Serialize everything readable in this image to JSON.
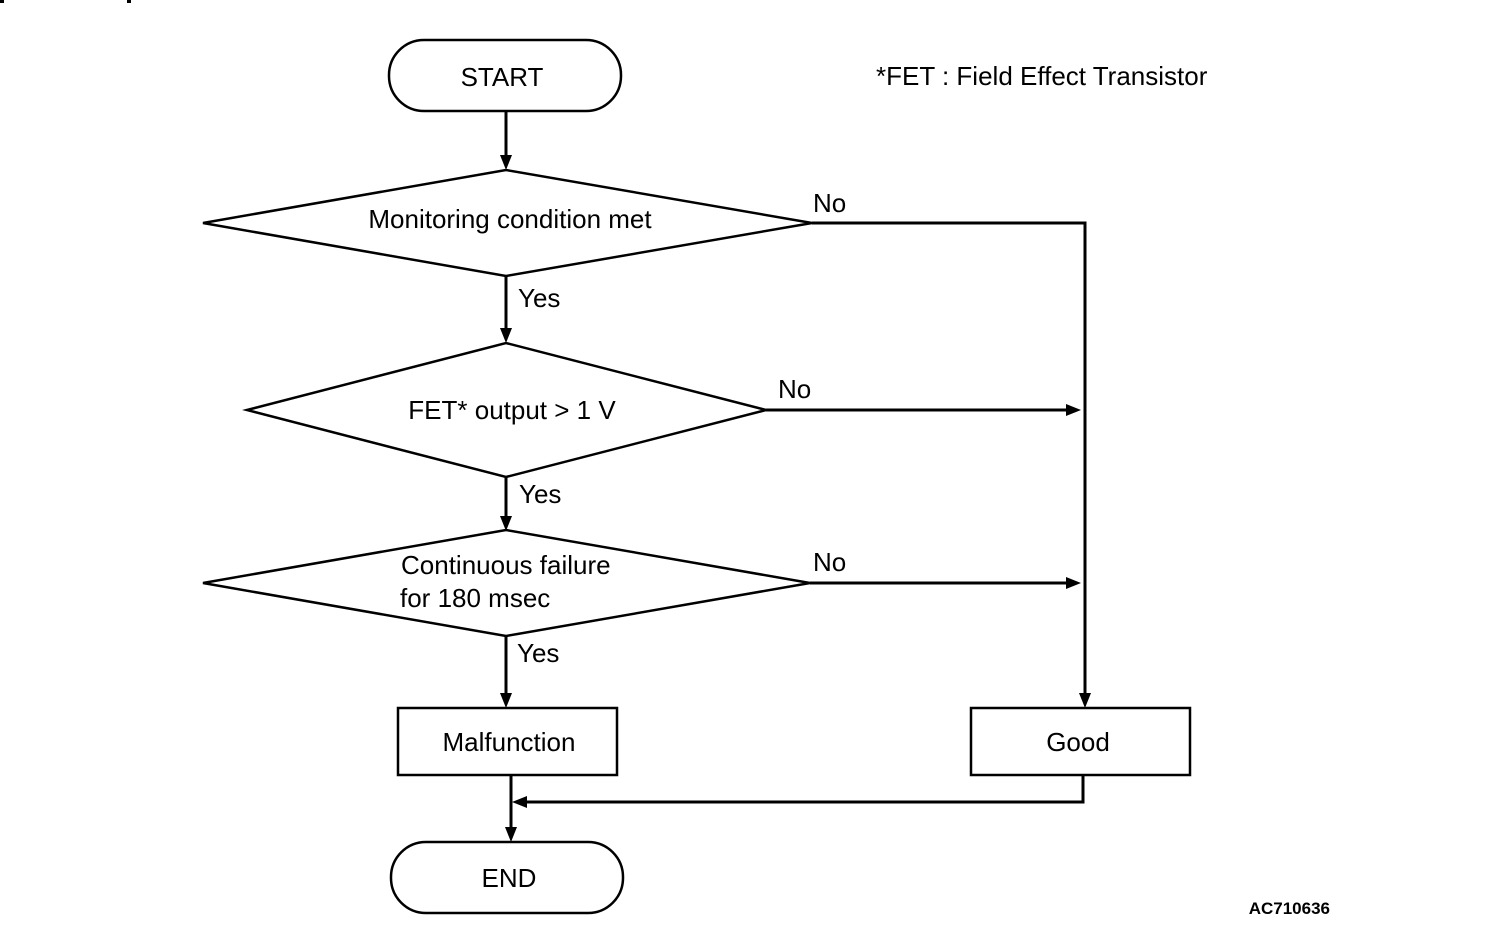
{
  "note": "*FET : Field Effect Transistor",
  "figure_id": "AC710636",
  "nodes": {
    "start": "START",
    "decision1": "Monitoring condition met",
    "decision2": "FET* output > 1 V",
    "decision3_line1": "Continuous failure",
    "decision3_line2": "for 180 msec",
    "malfunction": "Malfunction",
    "good": "Good",
    "end": "END"
  },
  "branch_labels": {
    "d1_yes": "Yes",
    "d1_no": "No",
    "d2_yes": "Yes",
    "d2_no": "No",
    "d3_yes": "Yes",
    "d3_no": "No"
  }
}
